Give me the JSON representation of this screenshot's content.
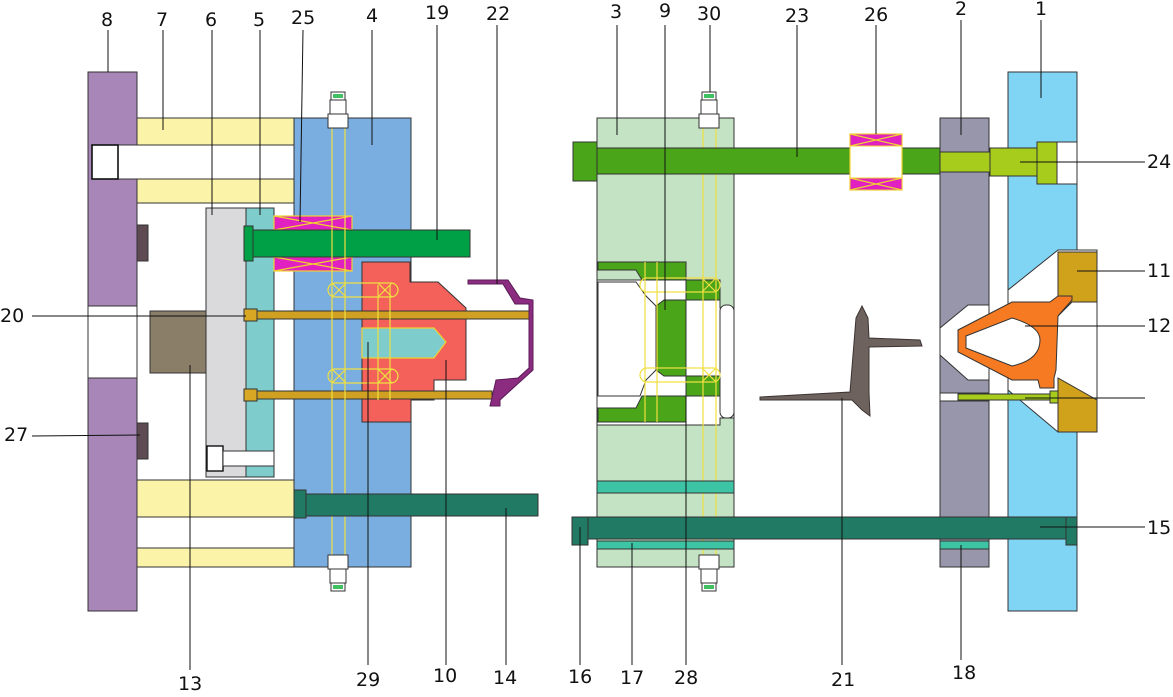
{
  "diagram": {
    "part_numbers": {
      "n1": "1",
      "n2": "2",
      "n3": "3",
      "n4": "4",
      "n5": "5",
      "n6": "6",
      "n7": "7",
      "n8": "8",
      "n9": "9",
      "n10": "10",
      "n11": "11",
      "n12": "12",
      "n13": "13",
      "n14": "14",
      "n15": "15",
      "n16": "16",
      "n17": "17",
      "n18": "18",
      "n19": "19",
      "n20": "20",
      "n21": "21",
      "n22": "22",
      "n23": "23",
      "n24": "24",
      "n25": "25",
      "n26": "26",
      "n27": "27",
      "n28": "28",
      "n29": "29",
      "n30": "30"
    },
    "colors": {
      "clamp_plate_purple": "#a886b8",
      "spacer_yellow": "#fbf4a8",
      "ejector_plate_gray": "#dadadc",
      "retainer_teal": "#7ecccc",
      "core_plate_blue": "#7aaee0",
      "core_red": "#f4605a",
      "pin_green": "#00a046",
      "guide_dark_green": "#217a64",
      "cavity_plate_green": "#c4e2c4",
      "cavity_insert_green": "#4aa618",
      "strip_plate_gray": "#9896aa",
      "fixed_plate_blue": "#80d4f4",
      "sprue_orange": "#f57a22",
      "locating_ring_gold": "#d0a21c",
      "runner_gray": "#6e625e",
      "puller_olive": "#a8cc1c",
      "magenta_spring": "#e020c0",
      "bushing_teal": "#3cc4a4"
    }
  }
}
